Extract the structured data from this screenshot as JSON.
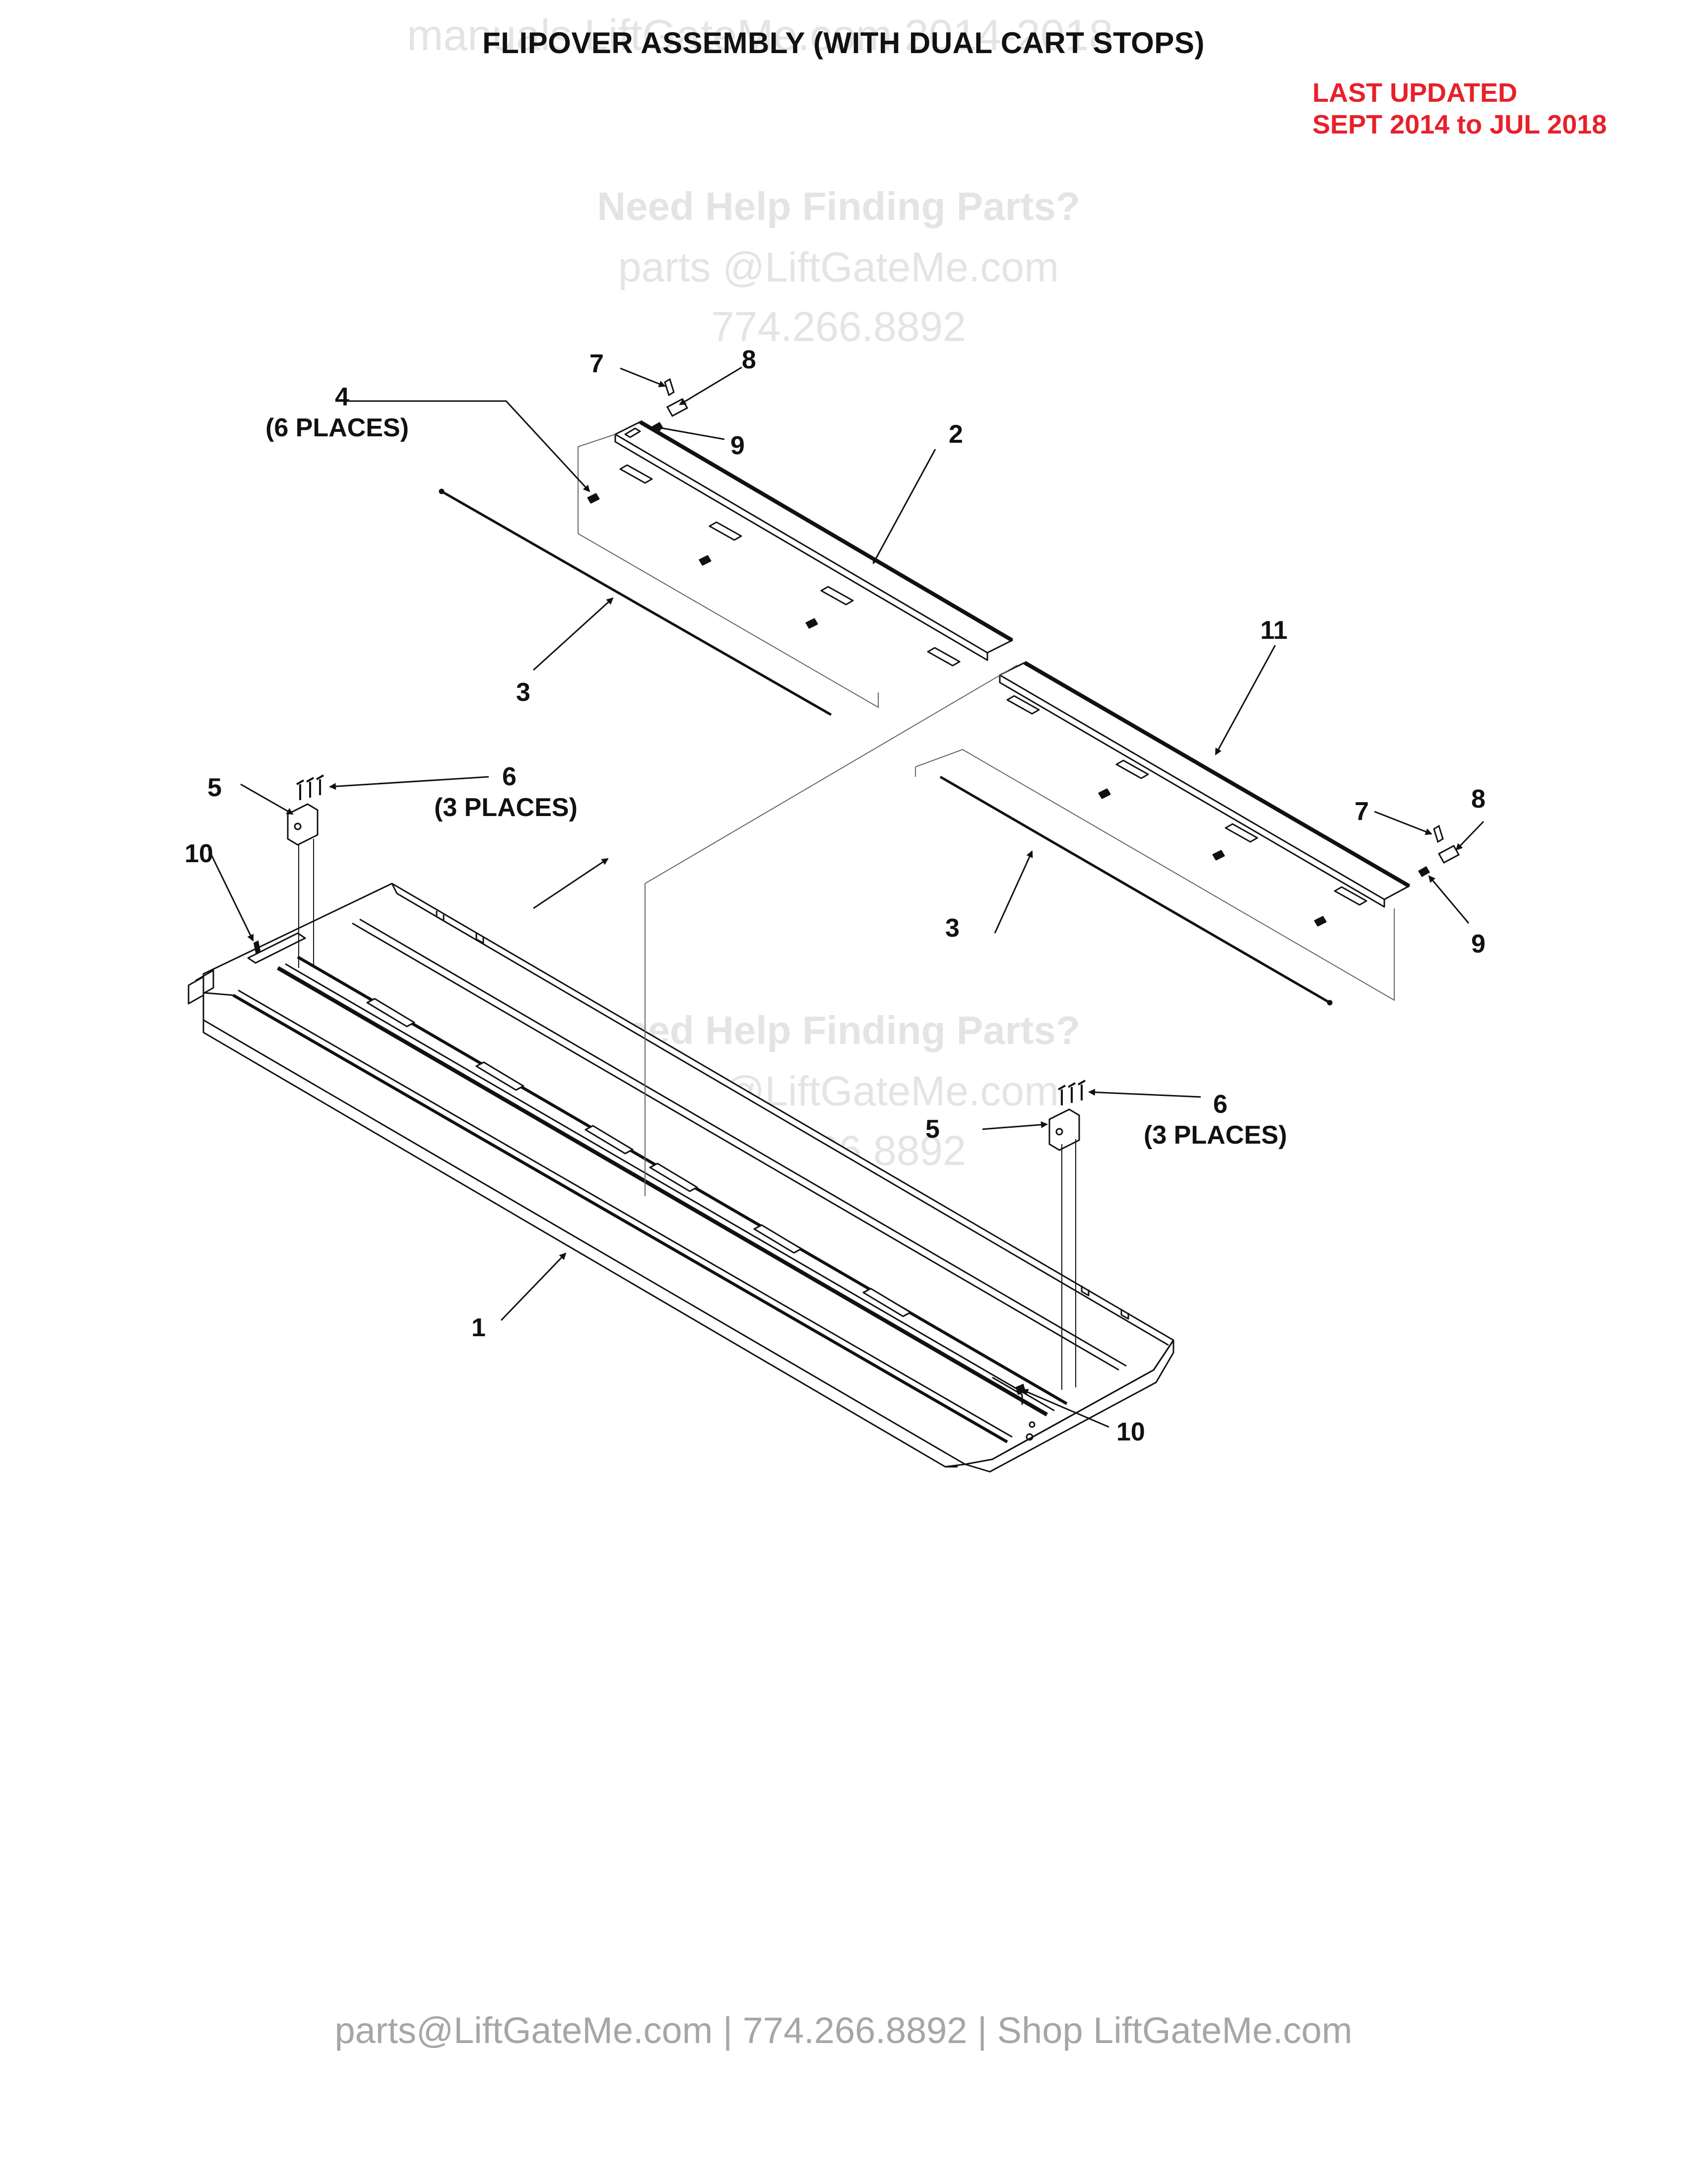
{
  "watermark": {
    "top_text": "manuals.LiftGateMe.com 2014-2018",
    "help_heading": "Need Help Finding Parts?",
    "help_email": "parts @LiftGateMe.com",
    "help_phone": "774.266.8892"
  },
  "header": {
    "title": "FLIPOVER ASSEMBLY (WITH DUAL CART STOPS)",
    "last_updated_line1": "LAST UPDATED",
    "last_updated_line2": "SEPT 2014 to JUL 2018"
  },
  "callouts": {
    "c1": "1",
    "c2": "2",
    "c3a": "3",
    "c3b": "3",
    "c4": "4",
    "c4_note": "(6 PLACES)",
    "c5a": "5",
    "c5b": "5",
    "c6a": "6",
    "c6a_note": "(3 PLACES)",
    "c6b": "6",
    "c6b_note": "(3 PLACES)",
    "c7a": "7",
    "c7b": "7",
    "c8a": "8",
    "c8b": "8",
    "c9a": "9",
    "c9b": "9",
    "c10a": "10",
    "c10b": "10",
    "c11": "11"
  },
  "footer": {
    "text": "parts@LiftGateMe.com | 774.266.8892 | Shop LiftGateMe.com"
  }
}
